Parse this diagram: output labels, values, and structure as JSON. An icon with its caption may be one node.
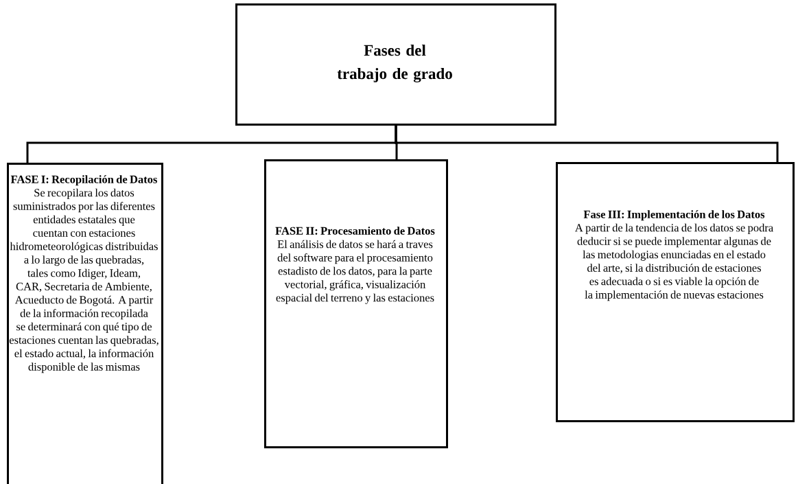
{
  "diagram": {
    "nodes": [
      {
        "text": [
          "Fases del trabajo de grado"
        ]
      },
      {
        "text": [
          "FASE I: Recopilación de Datos",
          "Se recopilara los datos suministrados por las diferentes entidades estatales que cuentan con estaciones hidrometeorológicas distribuidas a lo largo de las quebradas, tales como Idiger, Ideam, CAR, Secretaria de Ambiente, Acueducto de Bogotá. A partir de la información recopilada se determinará con qué tipo de estaciones cuentan las quebradas, el estado actual, la información disponible de las mismas"
        ]
      },
      {
        "text": [
          "FASE II: Procesamiento de Datos",
          "El análisis de datos se hará a traves del software para el procesamiento estadisto de los datos, para la parte vectorial, gráfica, visualización espacial del terreno y las estaciones"
        ]
      },
      {
        "text": [
          "Fase III: Implementación de los Datos",
          "A partir de la tendencia de los datos se podra deducir si se puede implementar algunas de las metodologias enunciadas en el estado del arte, si la distribución de estaciones es adecuada o si es viable la opción de la implementación de nuevas estaciones"
        ]
      }
    ],
    "edges": [
      {
        "from": 0,
        "to": 1,
        "arrow": "none"
      },
      {
        "from": 0,
        "to": 2,
        "arrow": "none"
      },
      {
        "from": 0,
        "to": 3,
        "arrow": "none"
      }
    ]
  }
}
